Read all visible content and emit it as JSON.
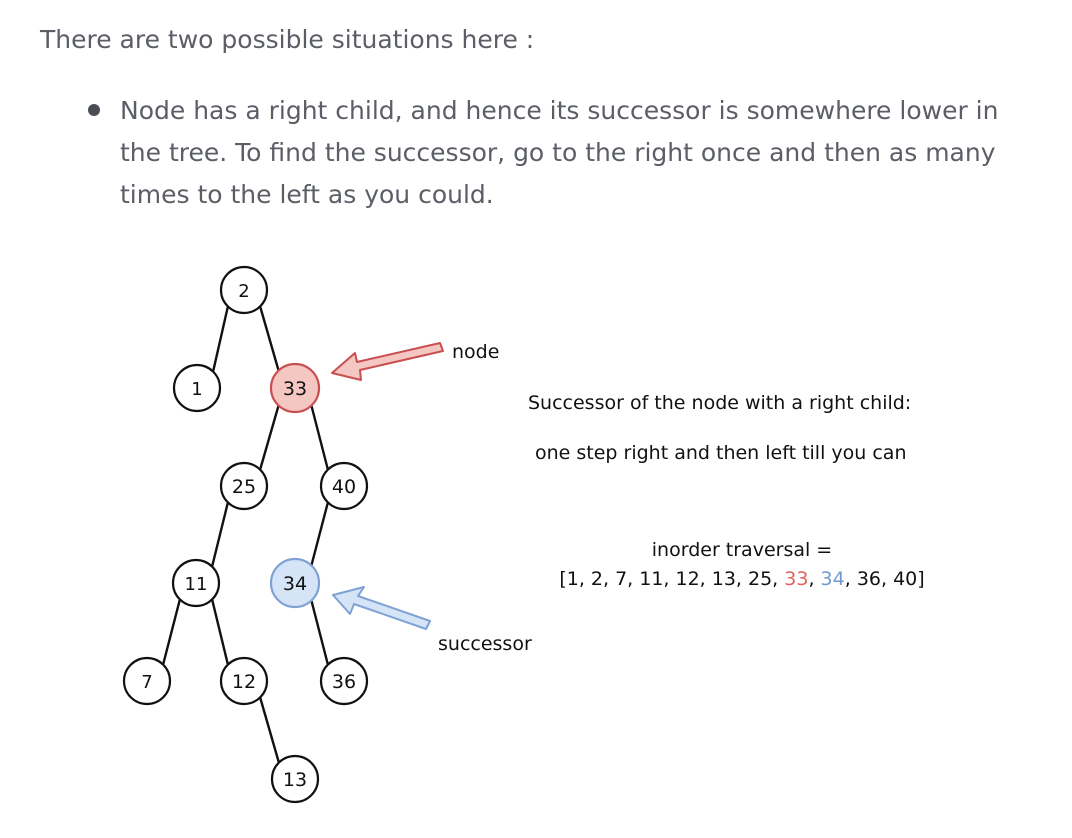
{
  "intro": "There are two possible situations here :",
  "bullets": [
    {
      "text": "Node has a right child, and hence its successor is somewhere lower in the tree. To find the successor, go to the right once and then as many times to the left as you could."
    }
  ],
  "diagram": {
    "nodes": {
      "n2": "2",
      "n1": "1",
      "n33": "33",
      "n25": "25",
      "n40": "40",
      "n11": "11",
      "n34": "34",
      "n7": "7",
      "n12": "12",
      "n36": "36",
      "n13": "13"
    },
    "node_arrow_label": "node",
    "successor_arrow_label": "successor",
    "description_line1": "Successor of the node with a right child:",
    "description_line2": "one step right and then left till you can",
    "traversal_title": "inorder traversal =",
    "traversal": {
      "open": "[",
      "before": "1, 2, 7, 11, 12, 13, 25, ",
      "highlight_node": "33",
      "sep": ", ",
      "highlight_successor": "34",
      "after": ", 36, 40",
      "close": "]"
    },
    "colors": {
      "node_fill": "#f4c7c3",
      "node_stroke": "#c94f4f",
      "successor_fill": "#d6e4f7",
      "successor_stroke": "#7fa2d4",
      "node_text_highlight": "#e06360",
      "successor_text_highlight": "#6f9ad1"
    }
  }
}
